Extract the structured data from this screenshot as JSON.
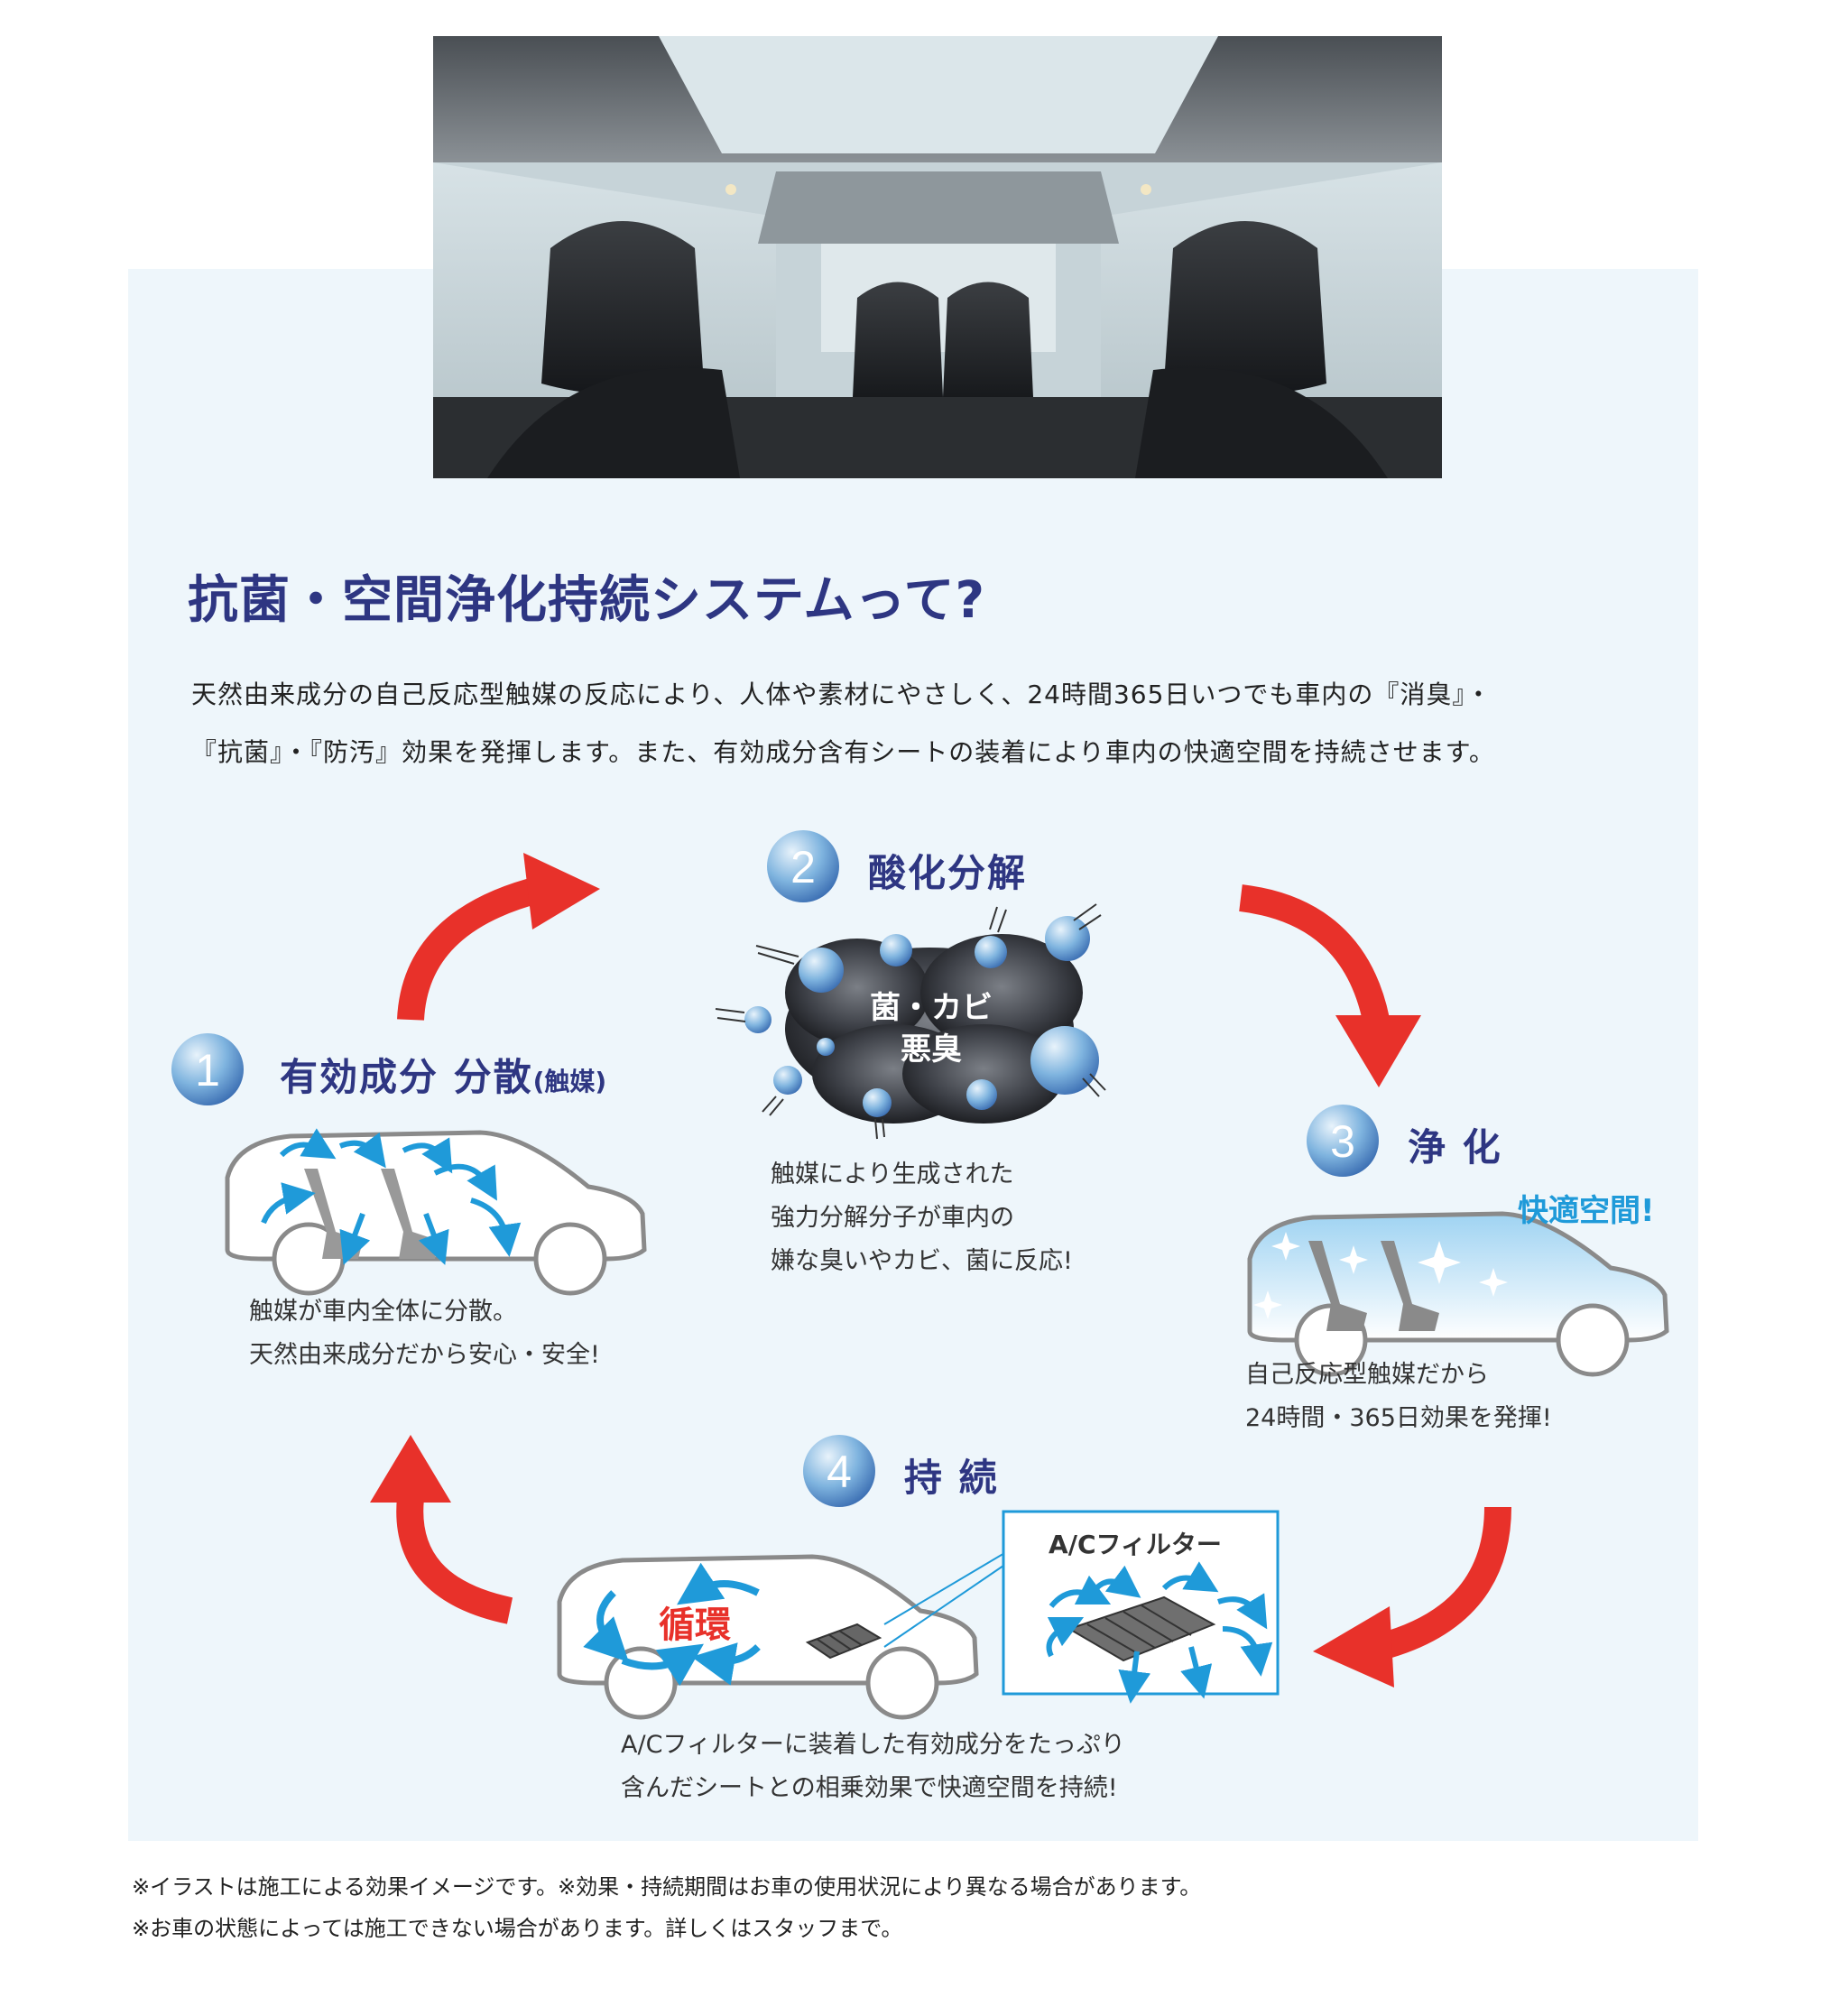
{
  "title": "抗菌・空間浄化持続システムって?",
  "intro": {
    "line1": "天然由来成分の自己反応型触媒の反応により、人体や素材にやさしく、24時間365日いつでも車内の『消臭』・",
    "line2": "『抗菌』・『防汚』効果を発揮します。また、有効成分含有シートの装着により車内の快適空間を持続させます。"
  },
  "steps": [
    {
      "number": "1",
      "title": "有効成分 分散",
      "title_small": "(触媒)",
      "caption": [
        "触媒が車内全体に分散。",
        "天然由来成分だから安心・安全!"
      ]
    },
    {
      "number": "2",
      "title": "酸化分解",
      "cloud_text": [
        "菌・カビ",
        "悪臭"
      ],
      "caption": [
        "触媒により生成された",
        "強力分解分子が車内の",
        "嫌な臭いやカビ、菌に反応!"
      ]
    },
    {
      "number": "3",
      "title": "浄 化",
      "highlight": "快適空間!",
      "caption": [
        "自己反応型触媒だから",
        "24時間・365日効果を発揮!"
      ]
    },
    {
      "number": "4",
      "title": "持 続",
      "circulation_label": "循環",
      "filter_label": "A/Cフィルター",
      "caption": [
        "A/Cフィルターに装着した有効成分をたっぷり",
        "含んだシートとの相乗効果で快適空間を持続!"
      ]
    }
  ],
  "notes": [
    "※イラストは施工による効果イメージです。※効果・持続期間はお車の使用状況により異なる場合があります。",
    "※お車の状態によっては施工できない場合があります。詳しくはスタッフまで。"
  ],
  "colors": {
    "title_navy": "#2e3682",
    "arrow_red": "#e8312a",
    "accent_blue": "#1f9ad9",
    "panel_bg": "#eef6fb"
  }
}
